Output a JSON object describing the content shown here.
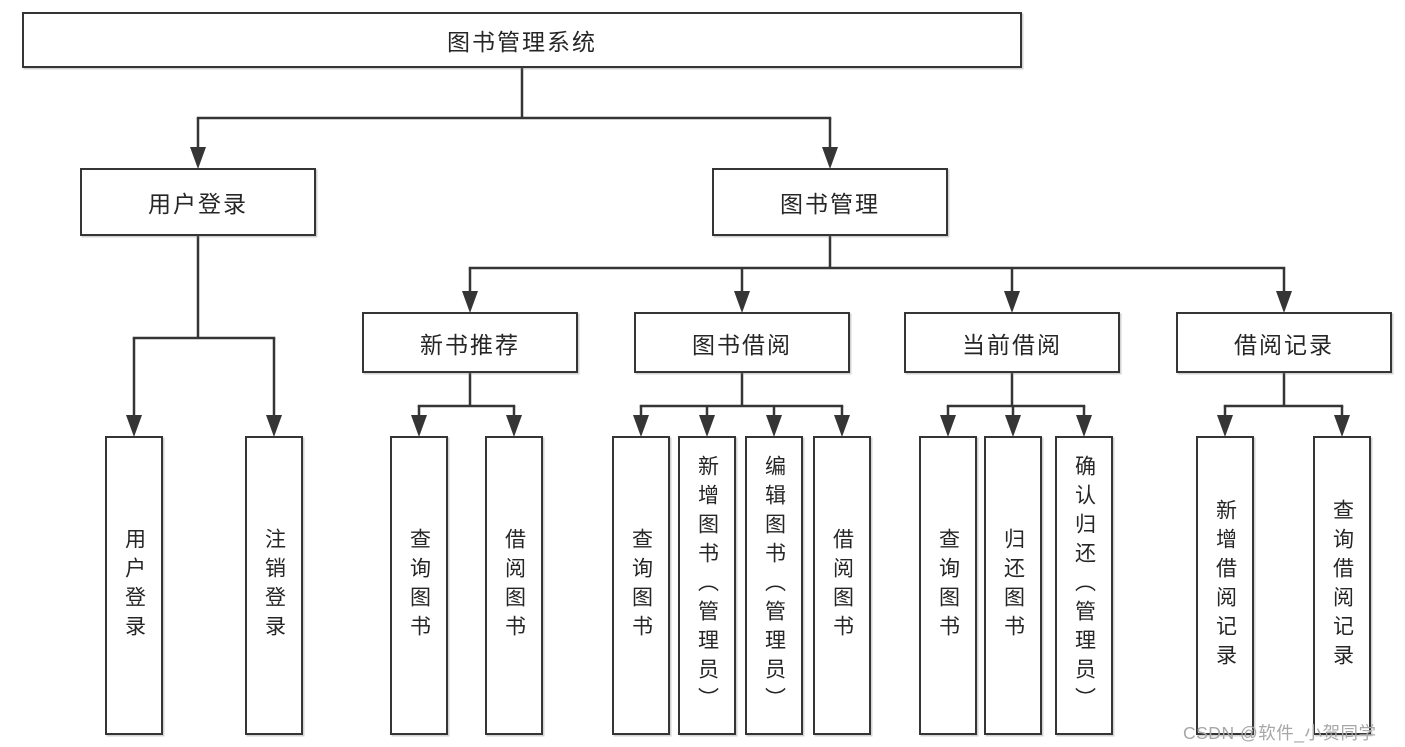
{
  "diagram": {
    "nodes": {
      "root": "图书管理系统",
      "userLogin": "用户登录",
      "bookManagement": "图书管理",
      "newBookRecommend": "新书推荐",
      "bookBorrow": "图书借阅",
      "currentBorrow": "当前借阅",
      "borrowRecord": "借阅记录",
      "leafUserLogin": "用户登录",
      "leafLogout": "注销登录",
      "leafRecQueryBook": "查询图书",
      "leafRecBorrowBook": "借阅图书",
      "leafBorQueryBook": "查询图书",
      "leafBorAddBook": "新增图书（管理员）",
      "leafBorEditBook": "编辑图书（管理员）",
      "leafBorBorrowBook": "借阅图书",
      "leafCurQueryBook": "查询图书",
      "leafCurReturnBook": "归还图书",
      "leafCurConfirmReturn": "确认归还（管理员）",
      "leafRecordAdd": "新增借阅记录",
      "leafRecordQuery": "查询借阅记录"
    },
    "watermark": "CSDN @软件_小贺同学",
    "colors": {
      "line": "#353535",
      "text": "#262626",
      "boxFill": "#ffffff",
      "watermark": "#a7a7a7",
      "background": "#ffffff"
    }
  }
}
